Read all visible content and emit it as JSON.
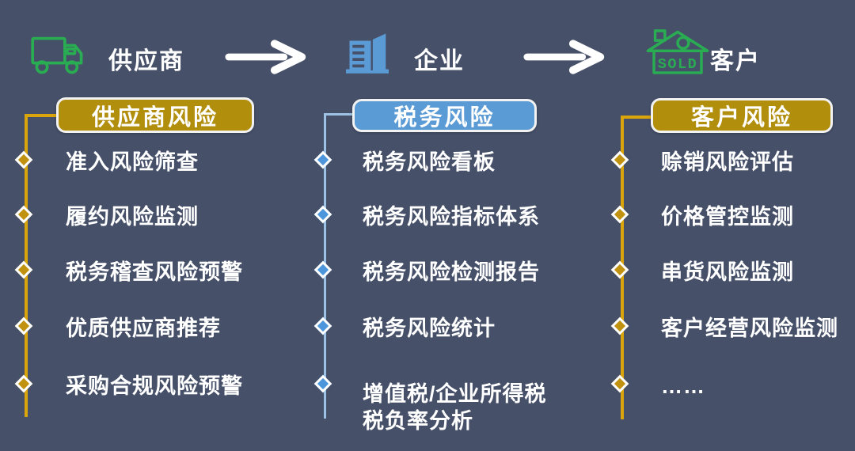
{
  "colors": {
    "background": "#465069",
    "gold_badge": "#b28e0d",
    "gold_line": "#d9a50a",
    "gold_diamond": "#c09210",
    "blue_badge": "#5b9bd5",
    "blue_line": "#9cc3e5",
    "blue_diamond": "#4e96db",
    "green_icon": "#29ac52",
    "blue_icon": "#5b9bd5",
    "white": "#ffffff"
  },
  "header": {
    "entities": [
      {
        "label": "供应商",
        "icon": "truck-icon"
      },
      {
        "label": "企业",
        "icon": "building-icon"
      },
      {
        "label": "客户",
        "icon": "sold-house-icon"
      }
    ],
    "sold_label": "SOLD"
  },
  "columns": [
    {
      "id": "supplier",
      "badge": "供应商风险",
      "theme": "gold",
      "items": [
        {
          "text": "准入风险筛查"
        },
        {
          "text": "履约风险监测"
        },
        {
          "text": "税务稽查风险预警"
        },
        {
          "text": "优质供应商推荐"
        },
        {
          "text": "采购合规风险预警"
        }
      ]
    },
    {
      "id": "enterprise",
      "badge": "税务风险",
      "theme": "blue",
      "items": [
        {
          "text": "税务风险看板"
        },
        {
          "text": "税务风险指标体系"
        },
        {
          "text": "税务风险检测报告"
        },
        {
          "text": "税务风险统计"
        },
        {
          "text": "增值税/企业所得税",
          "text2": "税负率分析"
        }
      ]
    },
    {
      "id": "customer",
      "badge": "客户风险",
      "theme": "gold",
      "items": [
        {
          "text": "赊销风险评估"
        },
        {
          "text": "价格管控监测"
        },
        {
          "text": "串货风险监测"
        },
        {
          "text": "客户经营风险监测"
        },
        {
          "text": "……"
        }
      ]
    }
  ]
}
